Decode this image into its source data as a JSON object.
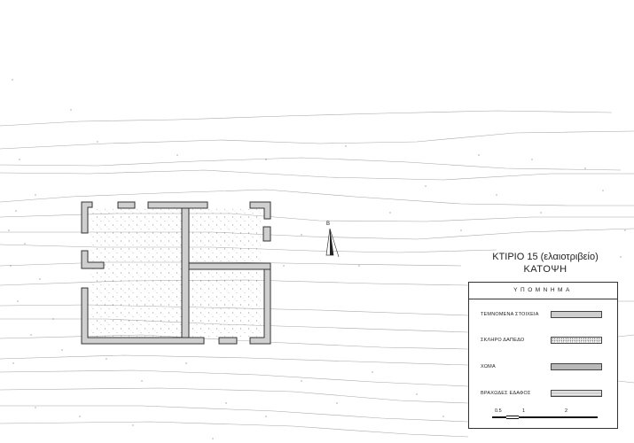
{
  "title": {
    "line1": "ΚΤΙΡΙΟ 15 (ελαιοτριβείο)",
    "line2": "ΚΑΤΟΨΗ"
  },
  "north_arrow": {
    "label": "Β"
  },
  "legend": {
    "heading": "ΥΠΟΜΝΗΜΑ",
    "items": [
      {
        "label": "ΤΕΜΝΟΜΕΝΑ ΣΤΟΙΧΕΙΑ",
        "pattern": "cut-solid-gray"
      },
      {
        "label": "ΣΚΛΗΡΟ ΔΑΠΕΔΟ",
        "pattern": "sparse-dots"
      },
      {
        "label": "ΧΩΜΑ",
        "pattern": "dense-dots"
      },
      {
        "label": "ΒΡΑΧΩΔΕΣ ΕΔΑΦΟΣ",
        "pattern": "horizontal-lines"
      }
    ],
    "scale": {
      "ticks": [
        "0.5",
        "1",
        "2"
      ]
    }
  },
  "colors": {
    "wall_fill": "#cfcfcf",
    "wall_stroke": "#333333",
    "contour": "#9a9a9a"
  }
}
